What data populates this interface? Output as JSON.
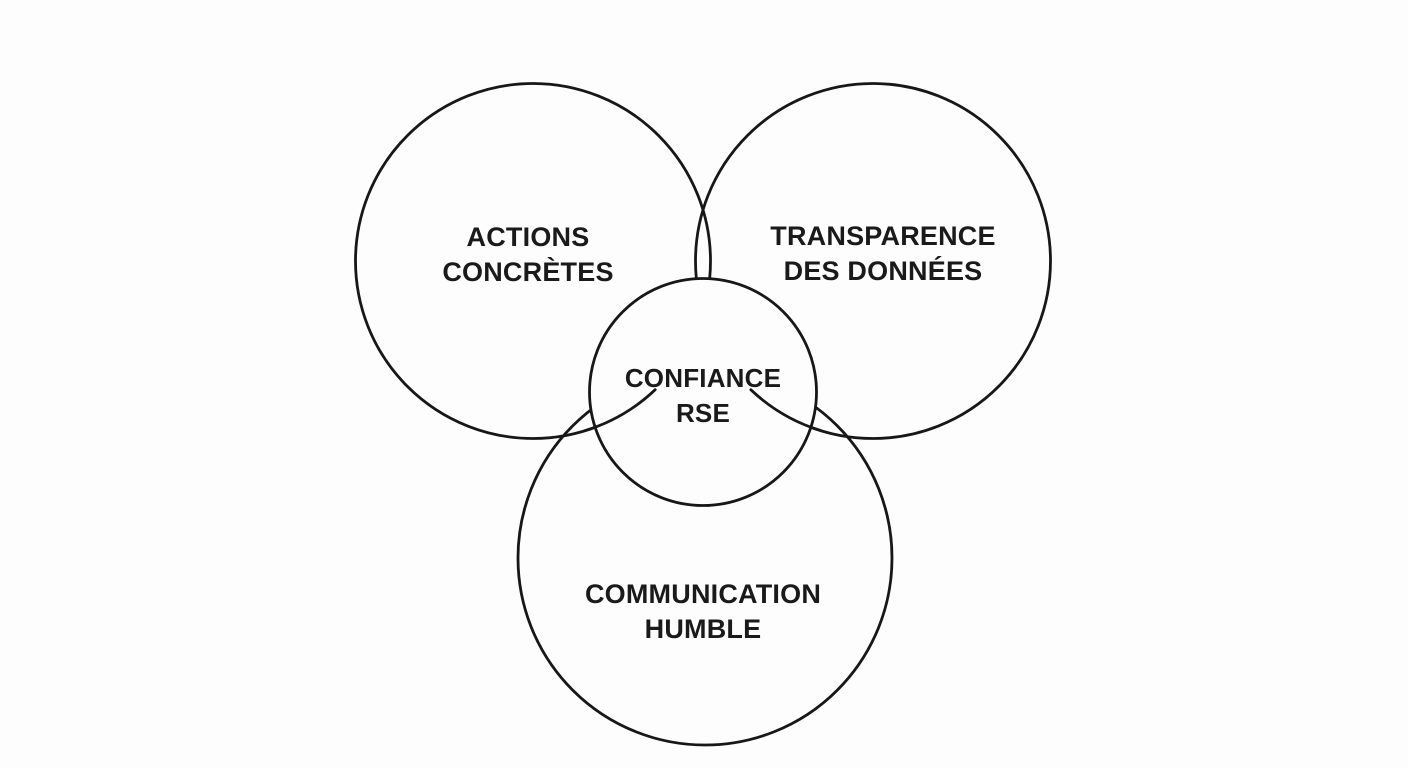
{
  "diagram": {
    "type": "venn",
    "background_color": "#fdfdfd",
    "stroke_color": "#171717",
    "text_color": "#1a1a1a",
    "labels": {
      "actions": {
        "line1": "ACTIONS",
        "line2": "CONCRÈTES"
      },
      "transparence": {
        "line1": "TRANSPARENCE",
        "line2": "DES DONNÉES"
      },
      "confiance": {
        "line1": "CONFIANCE",
        "line2": "RSE"
      },
      "communication": {
        "line1": "COMMUNICATION",
        "line2": "HUMBLE"
      }
    }
  }
}
